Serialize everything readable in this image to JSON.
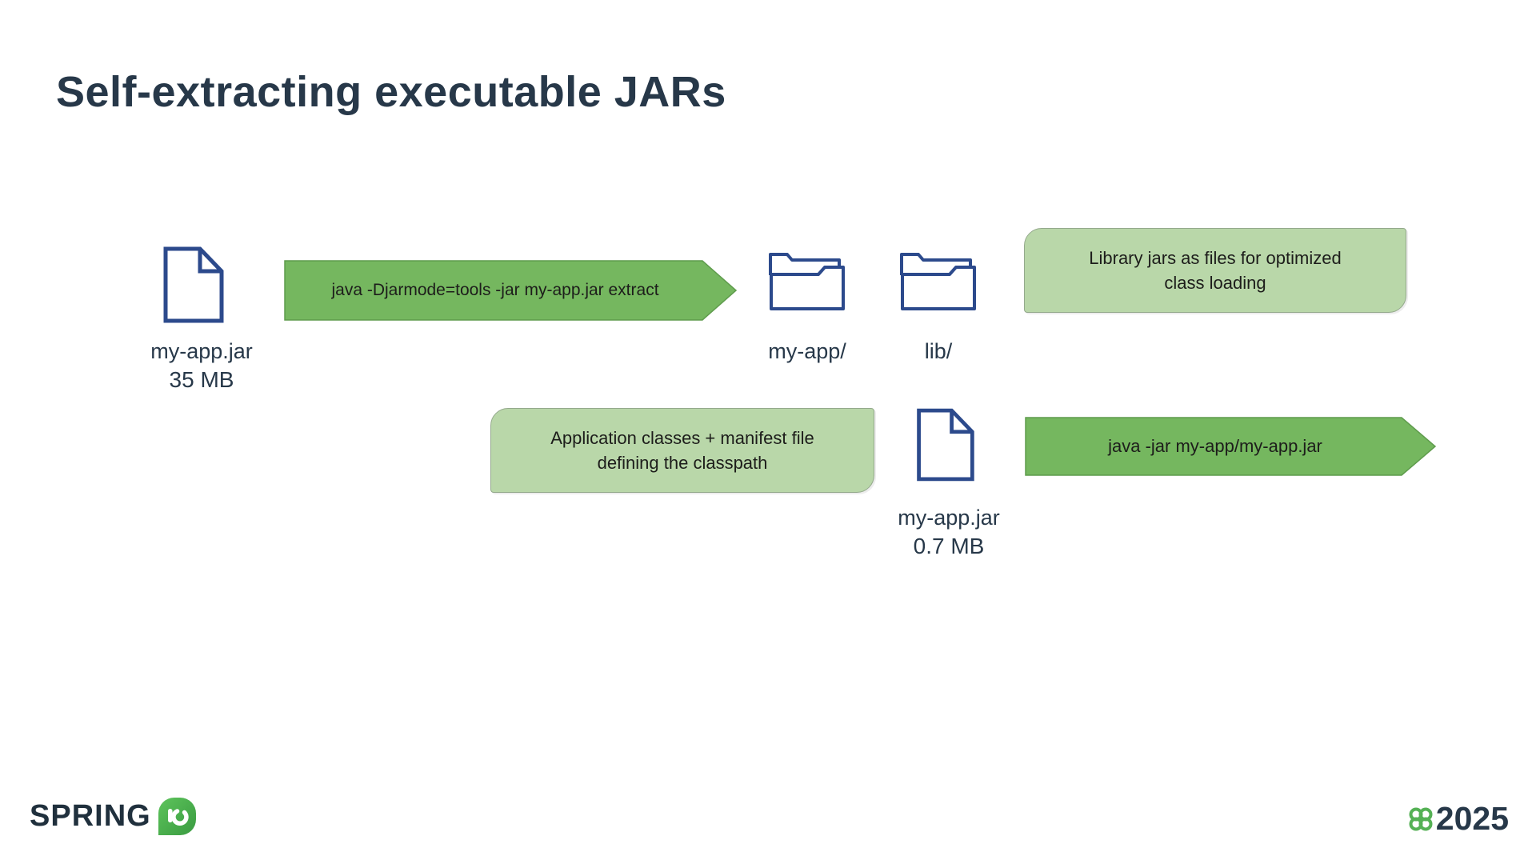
{
  "title": "Self-extracting executable JARs",
  "diagram": {
    "source_file": {
      "name": "my-app.jar",
      "size": "35 MB"
    },
    "extract_command": "java -Djarmode=tools -jar my-app.jar extract",
    "folder_app": "my-app/",
    "folder_lib": "lib/",
    "callout_lib": {
      "line1": "Library jars as files for optimized",
      "line2": "class loading"
    },
    "callout_app": {
      "line1": "Application classes + manifest file",
      "line2": "defining the classpath"
    },
    "extracted_file": {
      "name": "my-app.jar",
      "size": "0.7 MB"
    },
    "run_command": "java -jar my-app/my-app.jar"
  },
  "footer": {
    "brand": "SPRING",
    "brand_leaf_icon": "spring-io-leaf-icon",
    "year": "2025",
    "year_icon": "flower-clover-icon"
  },
  "colors": {
    "navy": "#273849",
    "icon_blue": "#2c4a8c",
    "arrow_green": "#75b75f",
    "arrow_border": "#5f9c4d",
    "callout_green": "#b9d7a9",
    "callout_border": "#94a98c",
    "shape_text": "#1d1d1b",
    "flower_green": "#55b155"
  }
}
